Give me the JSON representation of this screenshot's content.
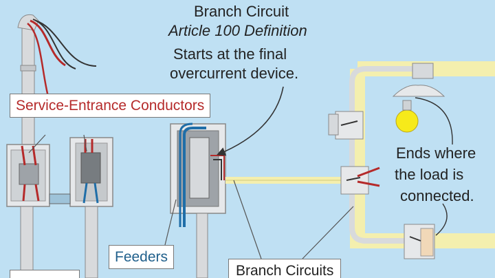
{
  "title": "Branch Circuit",
  "subtitle": "Article 100 Definition",
  "start_note": [
    "Starts at the final",
    "overcurrent device."
  ],
  "end_note": [
    "Ends where",
    "the load is",
    "connected."
  ],
  "labels": {
    "service_entrance": "Service-Entrance Conductors",
    "feeders": "Feeders",
    "branch_circuits": "Branch Circuits"
  },
  "colors": {
    "background": "#bfe0f3",
    "service_label": "#b52a2a",
    "feeder_label": "#1f5f8b",
    "conduit": "#d8dadc",
    "cable_sheath": "#f4efae",
    "red_wire": "#b52a2a",
    "blue_wire": "#1f6ea8",
    "panel_gray": "#9ea3a8",
    "lamp": "#f6ea1a"
  }
}
